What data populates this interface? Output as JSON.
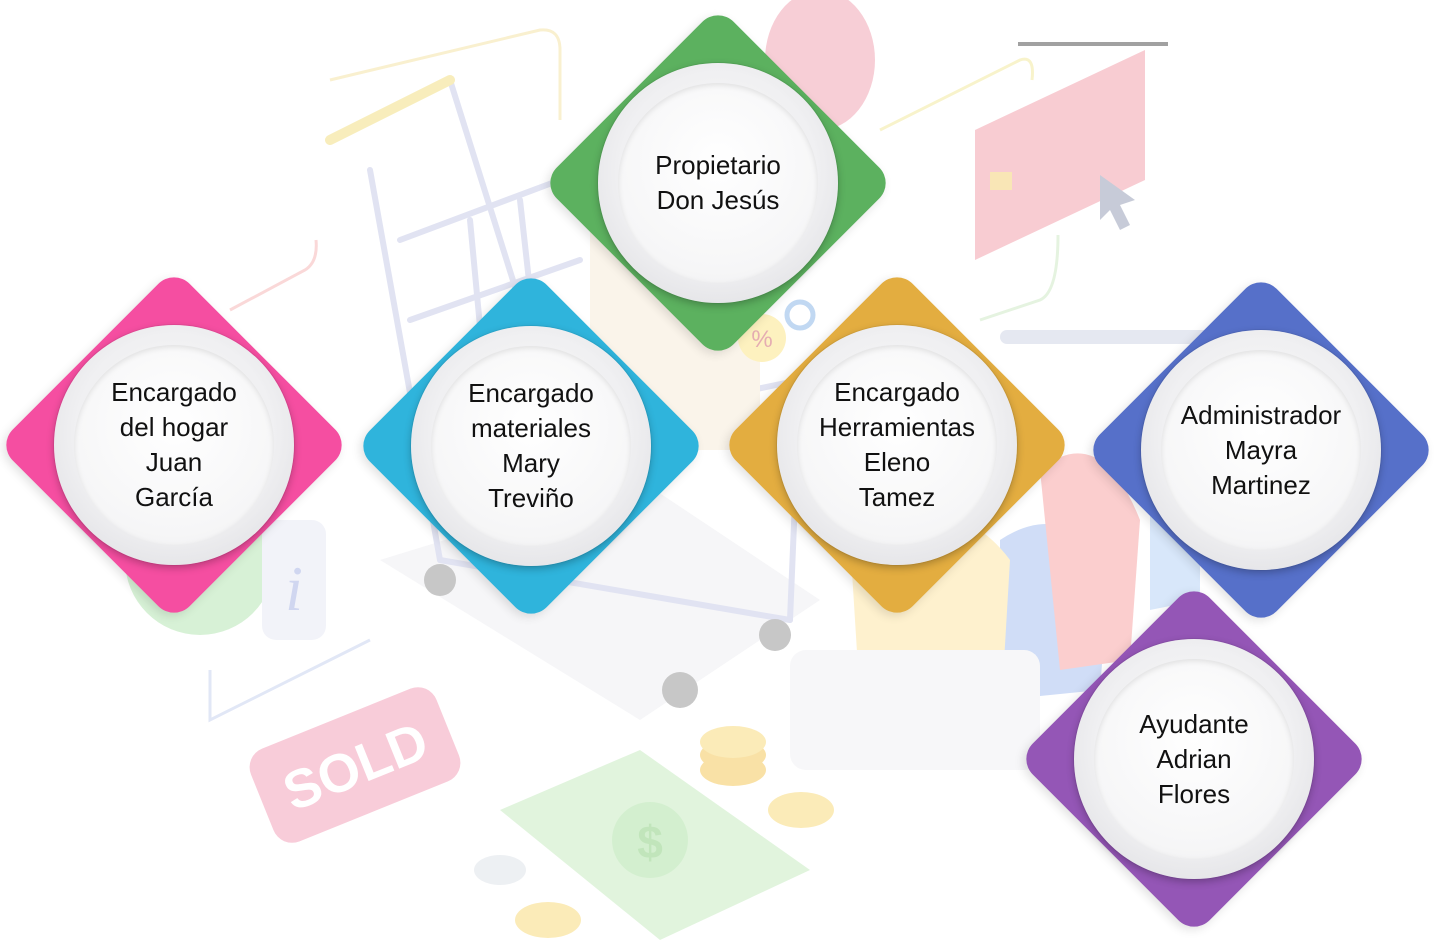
{
  "colors": {
    "green": "#5cb15f",
    "pink": "#f54ea1",
    "cyan": "#2fb4dc",
    "gold": "#e3ad40",
    "blue": "#5670c9",
    "purple": "#9456b6"
  },
  "decor": {
    "sold_text": "SOLD",
    "info_glyph": "i",
    "percent_glyph": "%",
    "dollar_glyph": "$"
  },
  "nodes": [
    {
      "id": "propietario",
      "color": "green",
      "lines": [
        "Propietario",
        "Don Jesús"
      ]
    },
    {
      "id": "hogar",
      "color": "pink",
      "lines": [
        "Encargado",
        "del hogar",
        "Juan",
        "García"
      ]
    },
    {
      "id": "materiales",
      "color": "cyan",
      "lines": [
        "Encargado",
        "materiales",
        "Mary",
        "Treviño"
      ]
    },
    {
      "id": "herramientas",
      "color": "gold",
      "lines": [
        "Encargado",
        "Herramientas",
        "Eleno",
        "Tamez"
      ]
    },
    {
      "id": "administrador",
      "color": "blue",
      "lines": [
        "Administrador",
        "Mayra",
        "Martinez"
      ]
    },
    {
      "id": "ayudante",
      "color": "purple",
      "lines": [
        "Ayudante",
        "Adrian",
        "Flores"
      ]
    }
  ]
}
